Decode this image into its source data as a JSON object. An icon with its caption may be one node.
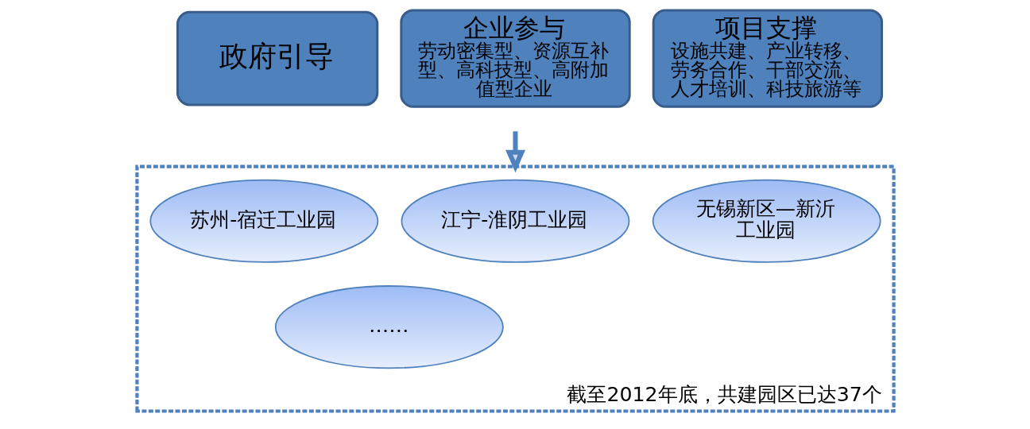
{
  "diagram": {
    "nodes": [
      {
        "text": [
          "政府引导"
        ]
      },
      {
        "text": [
          "企业参与",
          "劳动密集型、资源互补型、高科技型、高附加值型企业"
        ]
      },
      {
        "text": [
          "项目支撑",
          "设施共建、产业转移、劳务合作、干部交流、人才培训、科技旅游等"
        ]
      },
      {
        "text": [
          "截至2012年底，共建园区已达37个"
        ]
      },
      {
        "text": [
          "苏州-宿迁工业园"
        ],
        "in": 3
      },
      {
        "text": [
          "江宁-淮阴工业园"
        ],
        "in": 3
      },
      {
        "text": [
          "无锡新区—新沂工业园"
        ],
        "in": 3
      },
      {
        "text": [
          "……"
        ],
        "in": 3
      }
    ],
    "edges": [
      {
        "from": null,
        "to": 3,
        "arrow": "to"
      }
    ]
  }
}
